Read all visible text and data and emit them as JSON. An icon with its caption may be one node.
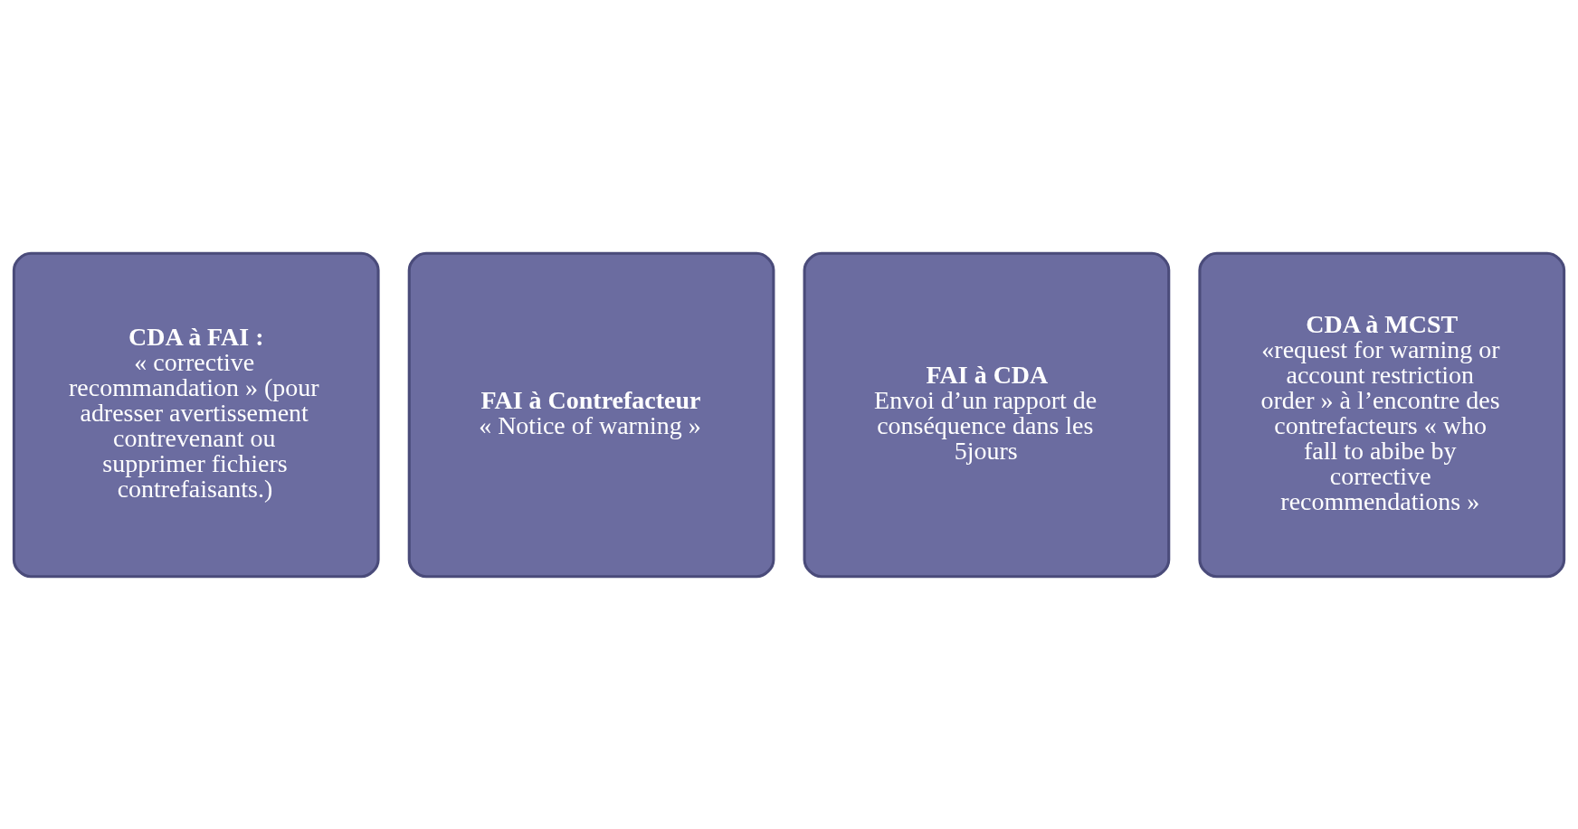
{
  "diagram": {
    "nodes": [
      {
        "text": [
          "CDA à FAI :",
          "« corrective recommandation » (pour adresser avertissement contrevenant ou supprimer fichiers contrefaisants.)"
        ]
      },
      {
        "text": [
          "FAI à Contrefacteur",
          "« Notice of warning »"
        ]
      },
      {
        "text": [
          "FAI à CDA",
          "Envoi d’un rapport de conséquence dans les 5jours"
        ]
      },
      {
        "text": [
          "CDA à MCST",
          "«request for warning or account restriction order » à l’encontre des contrefacteurs « who fall to abibe by corrective recommendations »"
        ]
      }
    ]
  }
}
